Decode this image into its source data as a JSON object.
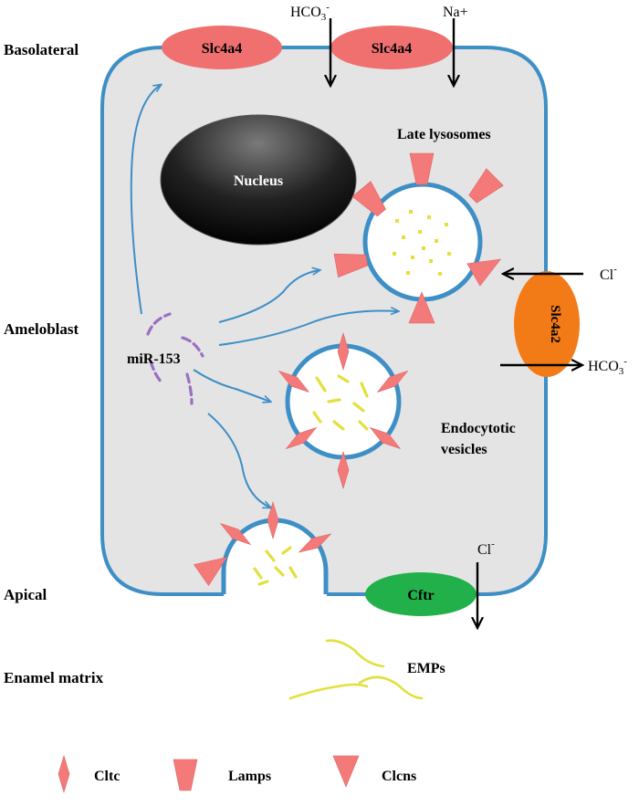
{
  "labels": {
    "basolateral": "Basolateral",
    "ameloblast": "Ameloblast",
    "apical": "Apical",
    "enamel_matrix": "Enamel matrix"
  },
  "proteins": {
    "slc4a4_left": "Slc4a4",
    "slc4a4_right": "Slc4a4",
    "slc4a2": "Slc4a2",
    "cftr": "Cftr",
    "nucleus": "Nucleus"
  },
  "ions": {
    "hco3_top_base": "HCO",
    "hco3_top_sub": "3",
    "hco3_top_sup": "-",
    "na_top": "Na+",
    "cl_right_base": "Cl",
    "cl_right_sup": "-",
    "hco3_right_base": "HCO",
    "hco3_right_sub": "3",
    "hco3_right_sup": "-",
    "cl_apical_base": "Cl",
    "cl_apical_sup": "-"
  },
  "structures": {
    "late_lysosomes": "Late lysosomes",
    "endocytotic_line1": "Endocytotic",
    "endocytotic_line2": "vesicles",
    "mirna": "miR-153",
    "emps": "EMPs"
  },
  "legend": {
    "cltc": "Cltc",
    "lamps": "Lamps",
    "clcns": "Clcns"
  },
  "colors": {
    "membrane": "#3d8fc6",
    "cytoplasm": "#e4e4e4",
    "slc4a4": "#f07070",
    "slc4a2": "#f37b17",
    "cftr": "#22b04b",
    "marker": "#f47a7a",
    "cargo": "#e3e03c",
    "mirna": "#9b6fc2"
  }
}
